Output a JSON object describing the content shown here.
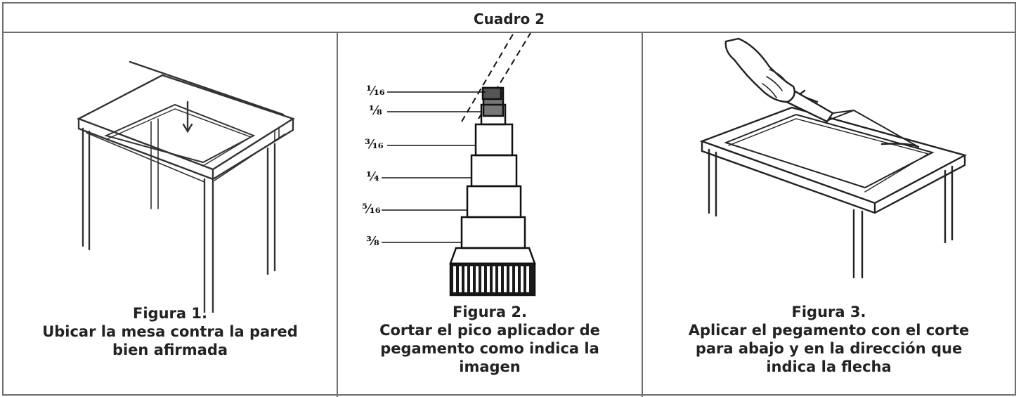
{
  "table": {
    "title": "Cuadro 2"
  },
  "figures": [
    {
      "title": "Figura 1.",
      "caption_lines": [
        "Ubicar la mesa contra la pared",
        "bien afirmada"
      ]
    },
    {
      "title": "Figura 2.",
      "caption_lines": [
        "Cortar el pico aplicador de",
        "pegamento como indica la",
        "imagen"
      ],
      "scale_labels": [
        "¹⁄₁₆",
        "⅛",
        "³⁄₁₆",
        "¼",
        "⁵⁄₁₆",
        "⅜"
      ]
    },
    {
      "title": "Figura 3.",
      "caption_lines": [
        "Aplicar el pegamento con el corte",
        "para abajo y en la dirección que",
        "indica la flecha"
      ]
    }
  ]
}
